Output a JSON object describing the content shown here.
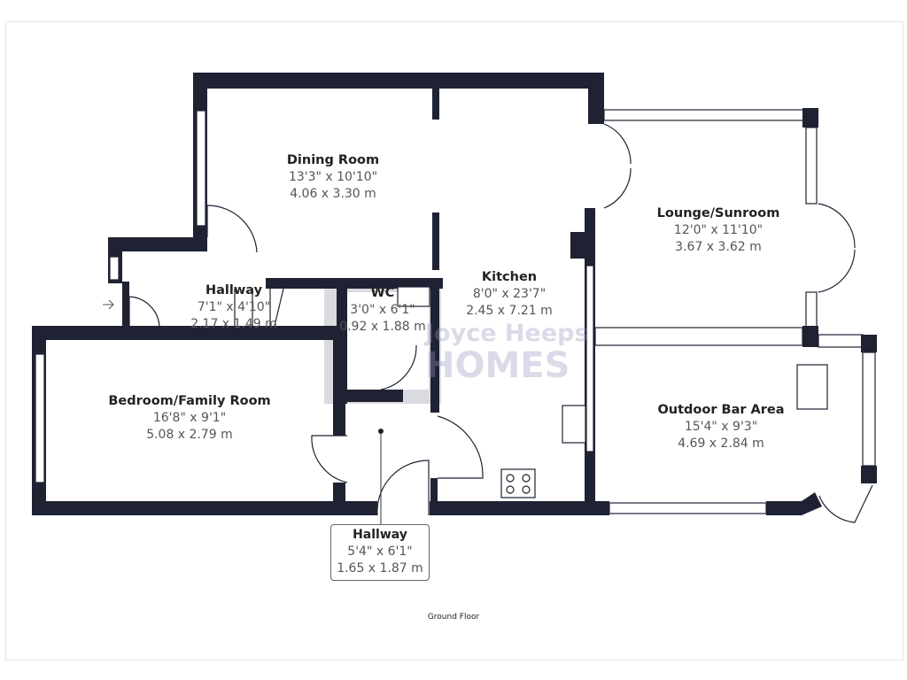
{
  "floor_label": "Ground Floor",
  "watermark": {
    "line1": "Joyce Heeps",
    "line2": "HOMES"
  },
  "colors": {
    "wall": "#1f2233",
    "background": "#ffffff"
  },
  "rooms": [
    {
      "name": "Dining Room",
      "imperial": "13'3\" x 10'10\"",
      "metric": "4.06 x 3.30 m"
    },
    {
      "name": "Kitchen",
      "imperial": "8'0\" x 23'7\"",
      "metric": "2.45 x 7.21 m"
    },
    {
      "name": "Lounge/Sunroom",
      "imperial": "12'0\" x 11'10\"",
      "metric": "3.67 x 3.62 m"
    },
    {
      "name": "Hallway",
      "imperial": "7'1\" x 4'10\"",
      "metric": "2.17 x 1.49 m"
    },
    {
      "name": "WC",
      "imperial": "3'0\" x 6'1\"",
      "metric": "0.92 x 1.88 m"
    },
    {
      "name": "Bedroom/Family Room",
      "imperial": "16'8\" x 9'1\"",
      "metric": "5.08 x 2.79 m"
    },
    {
      "name": "Outdoor Bar Area",
      "imperial": "15'4\" x 9'3\"",
      "metric": "4.69 x 2.84 m"
    },
    {
      "name": "Hallway",
      "imperial": "5'4\" x 6'1\"",
      "metric": "1.65 x 1.87 m"
    }
  ]
}
